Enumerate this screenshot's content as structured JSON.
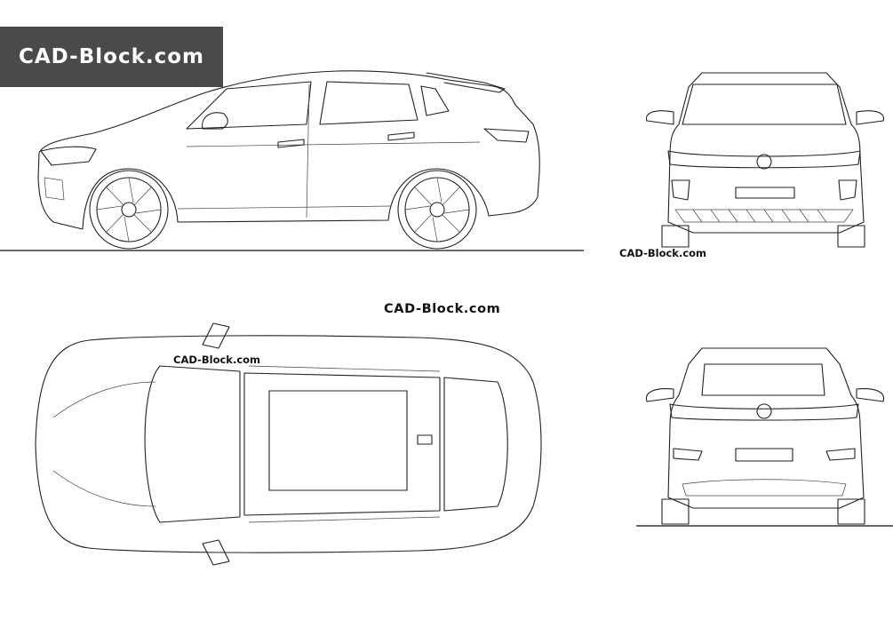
{
  "banner": {
    "text": "CAD-Block.com"
  },
  "watermarks": {
    "front_view": "CAD-Block.com",
    "center": "CAD-Block.com",
    "top_view": "CAD-Block.com"
  },
  "colors": {
    "banner_bg": "#4a4a4a",
    "line": "#222222",
    "background": "#ffffff"
  }
}
